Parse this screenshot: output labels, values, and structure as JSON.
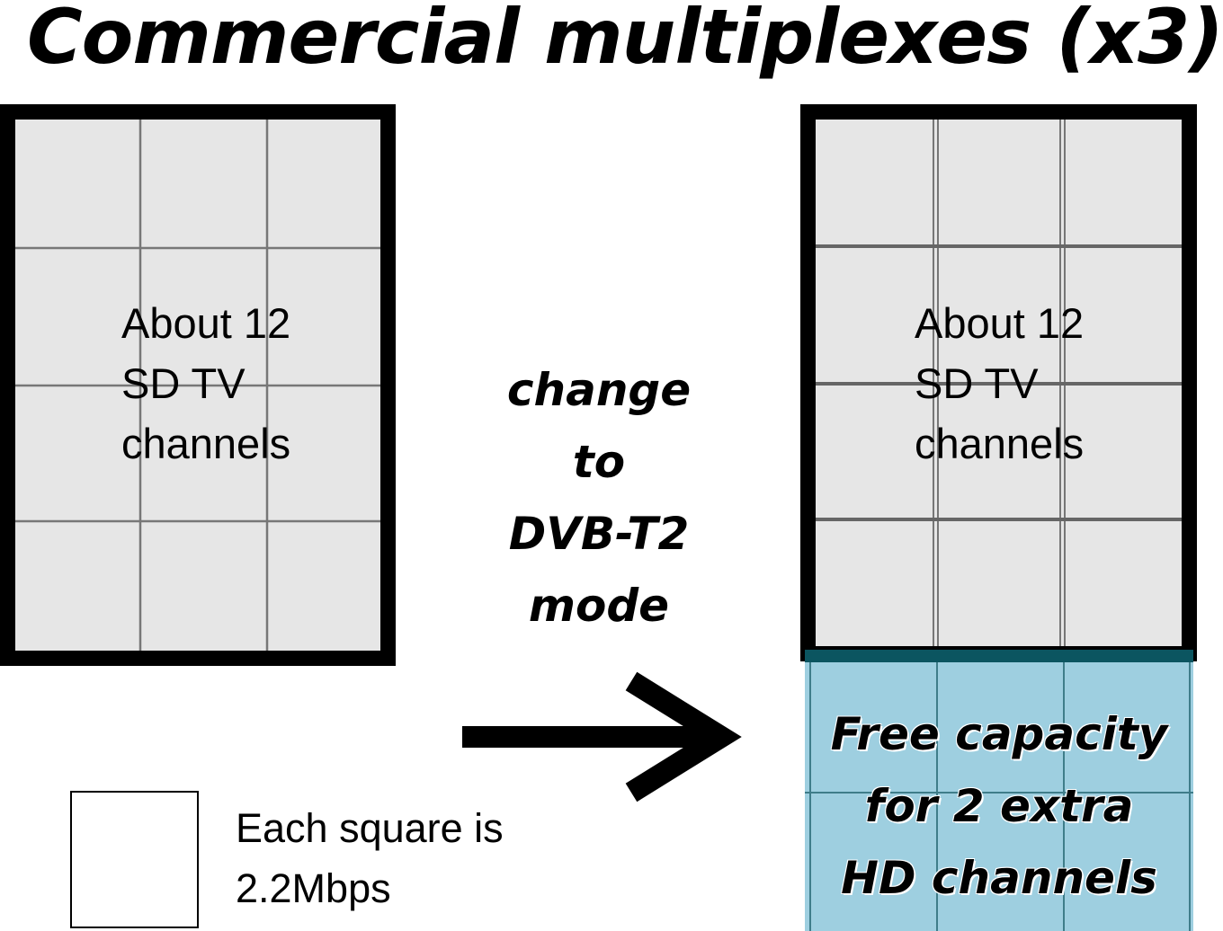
{
  "title": "Commercial multiplexes (x3)",
  "left_box": {
    "label_lines": [
      "About 12",
      "SD TV",
      "channels"
    ]
  },
  "right_box": {
    "label_lines": [
      "About 12",
      "SD TV",
      "channels"
    ]
  },
  "transition": {
    "lines": [
      "change",
      "to",
      "DVB-T2",
      "mode"
    ]
  },
  "free_capacity": {
    "lines": [
      "Free capacity",
      "for 2 extra",
      "HD channels"
    ]
  },
  "legend": {
    "lines": [
      "Each square is",
      "2.2Mbps"
    ]
  },
  "colors": {
    "box_fill": "#e6e6e6",
    "free_fill": "#9ecfe0",
    "free_border": "#0b5560",
    "grid": "#777777"
  }
}
